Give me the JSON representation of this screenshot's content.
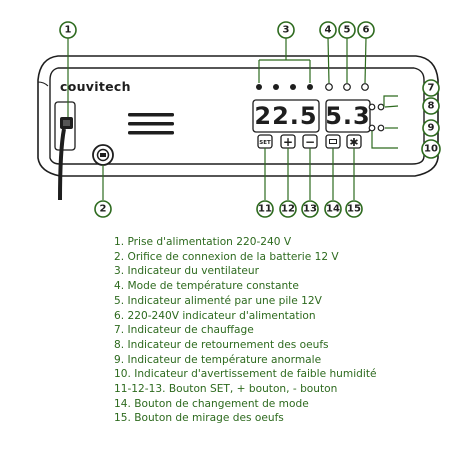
{
  "brand": "couvitech",
  "displays": {
    "temperature": "22.5",
    "humidity": "5.3"
  },
  "buttons": {
    "set_label": "SET",
    "plus_symbol": "+",
    "minus_symbol": "−",
    "mode_symbol": "▭",
    "candling_symbol": "✱"
  },
  "callouts": [
    "1",
    "2",
    "3",
    "4",
    "5",
    "6",
    "7",
    "8",
    "9",
    "10",
    "11",
    "12",
    "13",
    "14",
    "15"
  ],
  "legend": [
    "1.   Prise d'alimentation 220-240 V",
    "2.   Orifice de connexion de la batterie 12 V",
    "3.   Indicateur du ventilateur",
    "4.   Mode de température constante",
    "5.   Indicateur alimenté par une pile 12V",
    "6.   220-240V indicateur d'alimentation",
    "7.   Indicateur de chauffage",
    "8.   Indicateur de retournement des oeufs",
    "9.   Indicateur de température anormale",
    "10. Indicateur d'avertissement de faible humidité",
    "11-12-13. Bouton SET, + bouton, - bouton",
    "14.  Bouton de changement de mode",
    "15.  Bouton de mirage des oeufs"
  ],
  "colors": {
    "accent": "#2d6a1e",
    "outline": "#1e1e1e",
    "panel": "#ffffff"
  }
}
